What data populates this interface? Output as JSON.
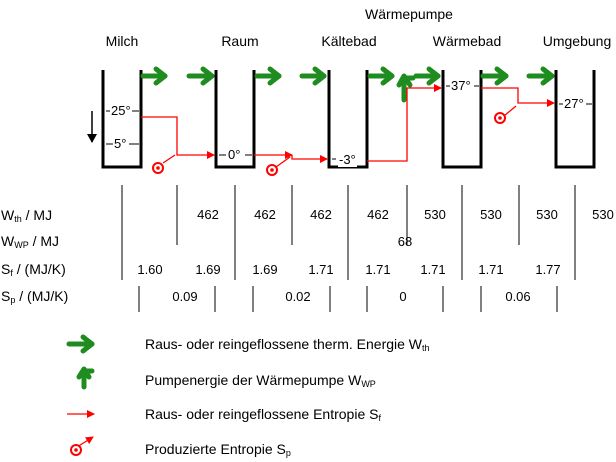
{
  "groups": {
    "heat_pump": "Wärmepumpe"
  },
  "columns": [
    "Milch",
    "Raum",
    "Kältebad",
    "Wärmebad",
    "Umgebung"
  ],
  "temperatures": {
    "milk_high": "25°",
    "milk_low": "5°",
    "room": "0°",
    "cold_bath": "-3°",
    "warm_bath": "37°",
    "environment": "27°"
  },
  "rows": {
    "wth": {
      "label_main": "W",
      "label_sub": "th",
      "label_unit": " / MJ",
      "values": [
        "462",
        "462",
        "462",
        "462",
        "530",
        "530",
        "530",
        "530"
      ]
    },
    "wwp": {
      "label_main": "W",
      "label_sub": "WP",
      "label_unit": " / MJ",
      "values": [
        "68"
      ]
    },
    "sf": {
      "label_main": "S",
      "label_sub": "f",
      "label_unit": " / (MJ/K)",
      "values": [
        "1.60",
        "1.69",
        "1.69",
        "1.71",
        "1.71",
        "1.71",
        "1.71",
        "1.77"
      ]
    },
    "sp": {
      "label_main": "S",
      "label_sub": "p",
      "label_unit": " / (MJ/K)",
      "values": [
        "0.09",
        "0.02",
        "0",
        "0.06"
      ]
    }
  },
  "legend": [
    {
      "text": "Raus- oder reingeflossene therm. Energie W",
      "sub": "th"
    },
    {
      "text": "Pumpenergie der Wärmepumpe  W",
      "sub": "WP"
    },
    {
      "text": "Raus- oder reingeflossene Entropie S",
      "sub": "f"
    },
    {
      "text": "Produzierte Entropie S",
      "sub": "p"
    }
  ],
  "colors": {
    "energy": "#1f8c1f",
    "entropy": "#ff0000",
    "line": "#000000"
  }
}
